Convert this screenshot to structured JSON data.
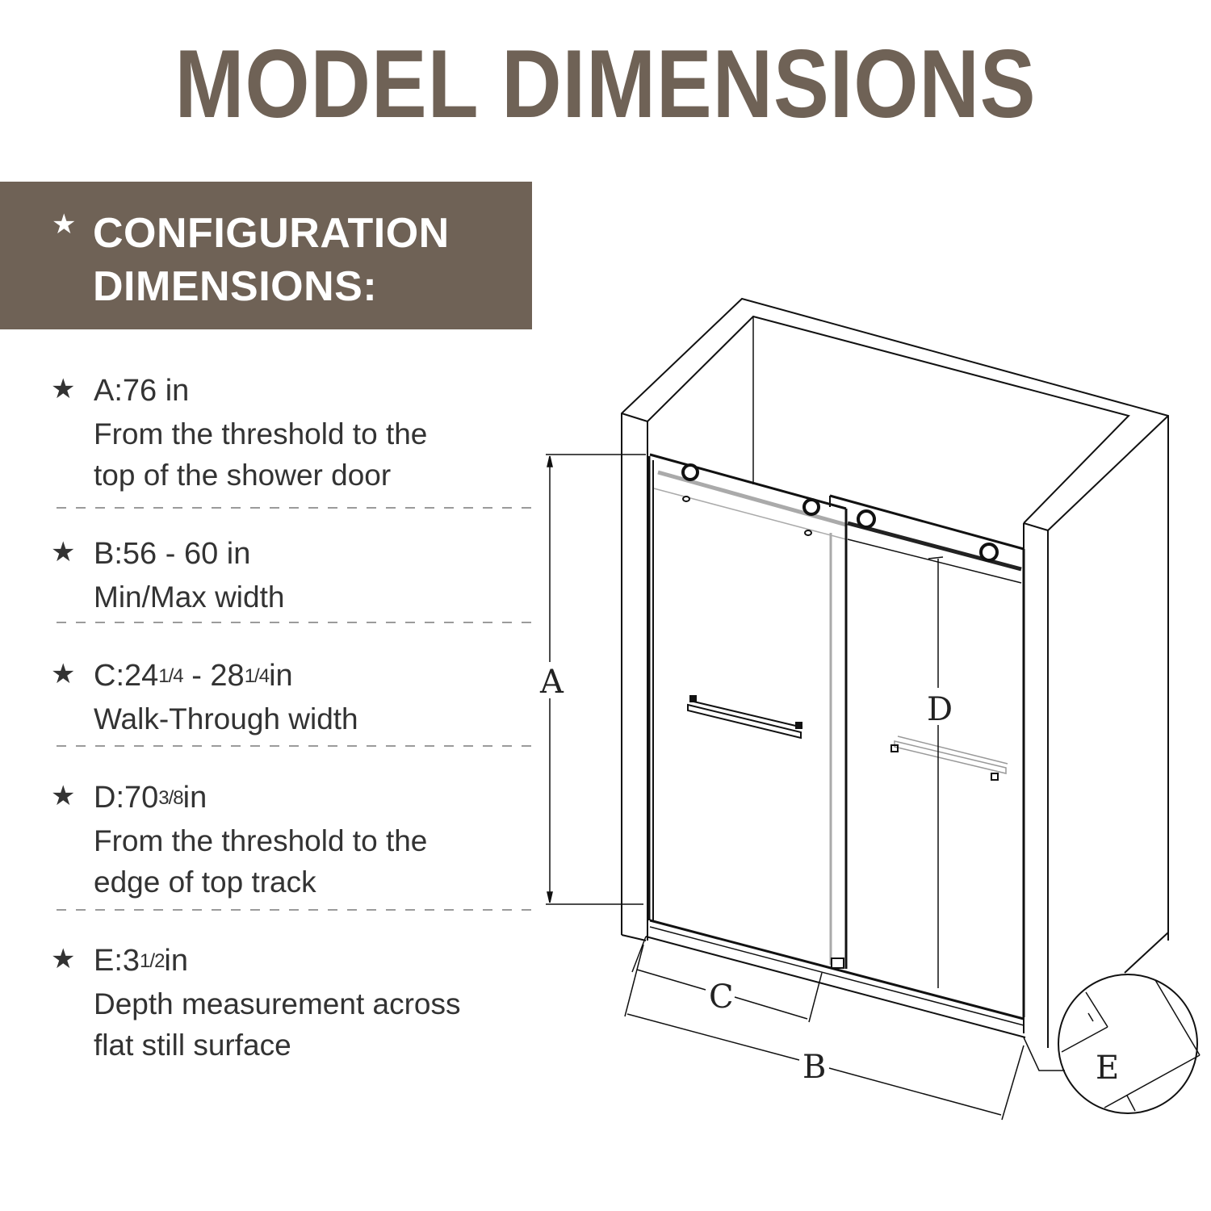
{
  "header": {
    "title": "MODEL DIMENSIONS"
  },
  "banner": {
    "star": "★",
    "line1": "CONFIGURATION",
    "line2": "DIMENSIONS:",
    "background_color": "#6f6256"
  },
  "specs": [
    {
      "star": "★",
      "label": "A:76 in",
      "description_lines": [
        "From the threshold to the",
        "top of the shower door"
      ]
    },
    {
      "star": "★",
      "label": "B:56 - 60 in",
      "description_lines": [
        "Min/Max width"
      ]
    },
    {
      "star": "★",
      "label_prefix": "C:24",
      "label_frac1": "1/4",
      "label_mid": " - 28",
      "label_frac2": "1/4",
      "label_suffix": "in",
      "description_lines": [
        "Walk-Through width"
      ]
    },
    {
      "star": "★",
      "label_prefix": "D:70",
      "label_frac1": "3/8",
      "label_suffix": "in",
      "description_lines": [
        "From the threshold to the",
        "edge of top track"
      ]
    },
    {
      "star": "★",
      "label_prefix": "E:3",
      "label_frac1": "1/2",
      "label_suffix": "in",
      "description_lines": [
        "Depth measurement across",
        "flat still surface"
      ]
    }
  ],
  "diagram": {
    "labels": {
      "A": "A",
      "B": "B",
      "C": "C",
      "D": "D",
      "E": "E"
    },
    "subject": "sliding shower door between two walls",
    "line_color": "#111111",
    "accent_color": "#6f6256"
  }
}
